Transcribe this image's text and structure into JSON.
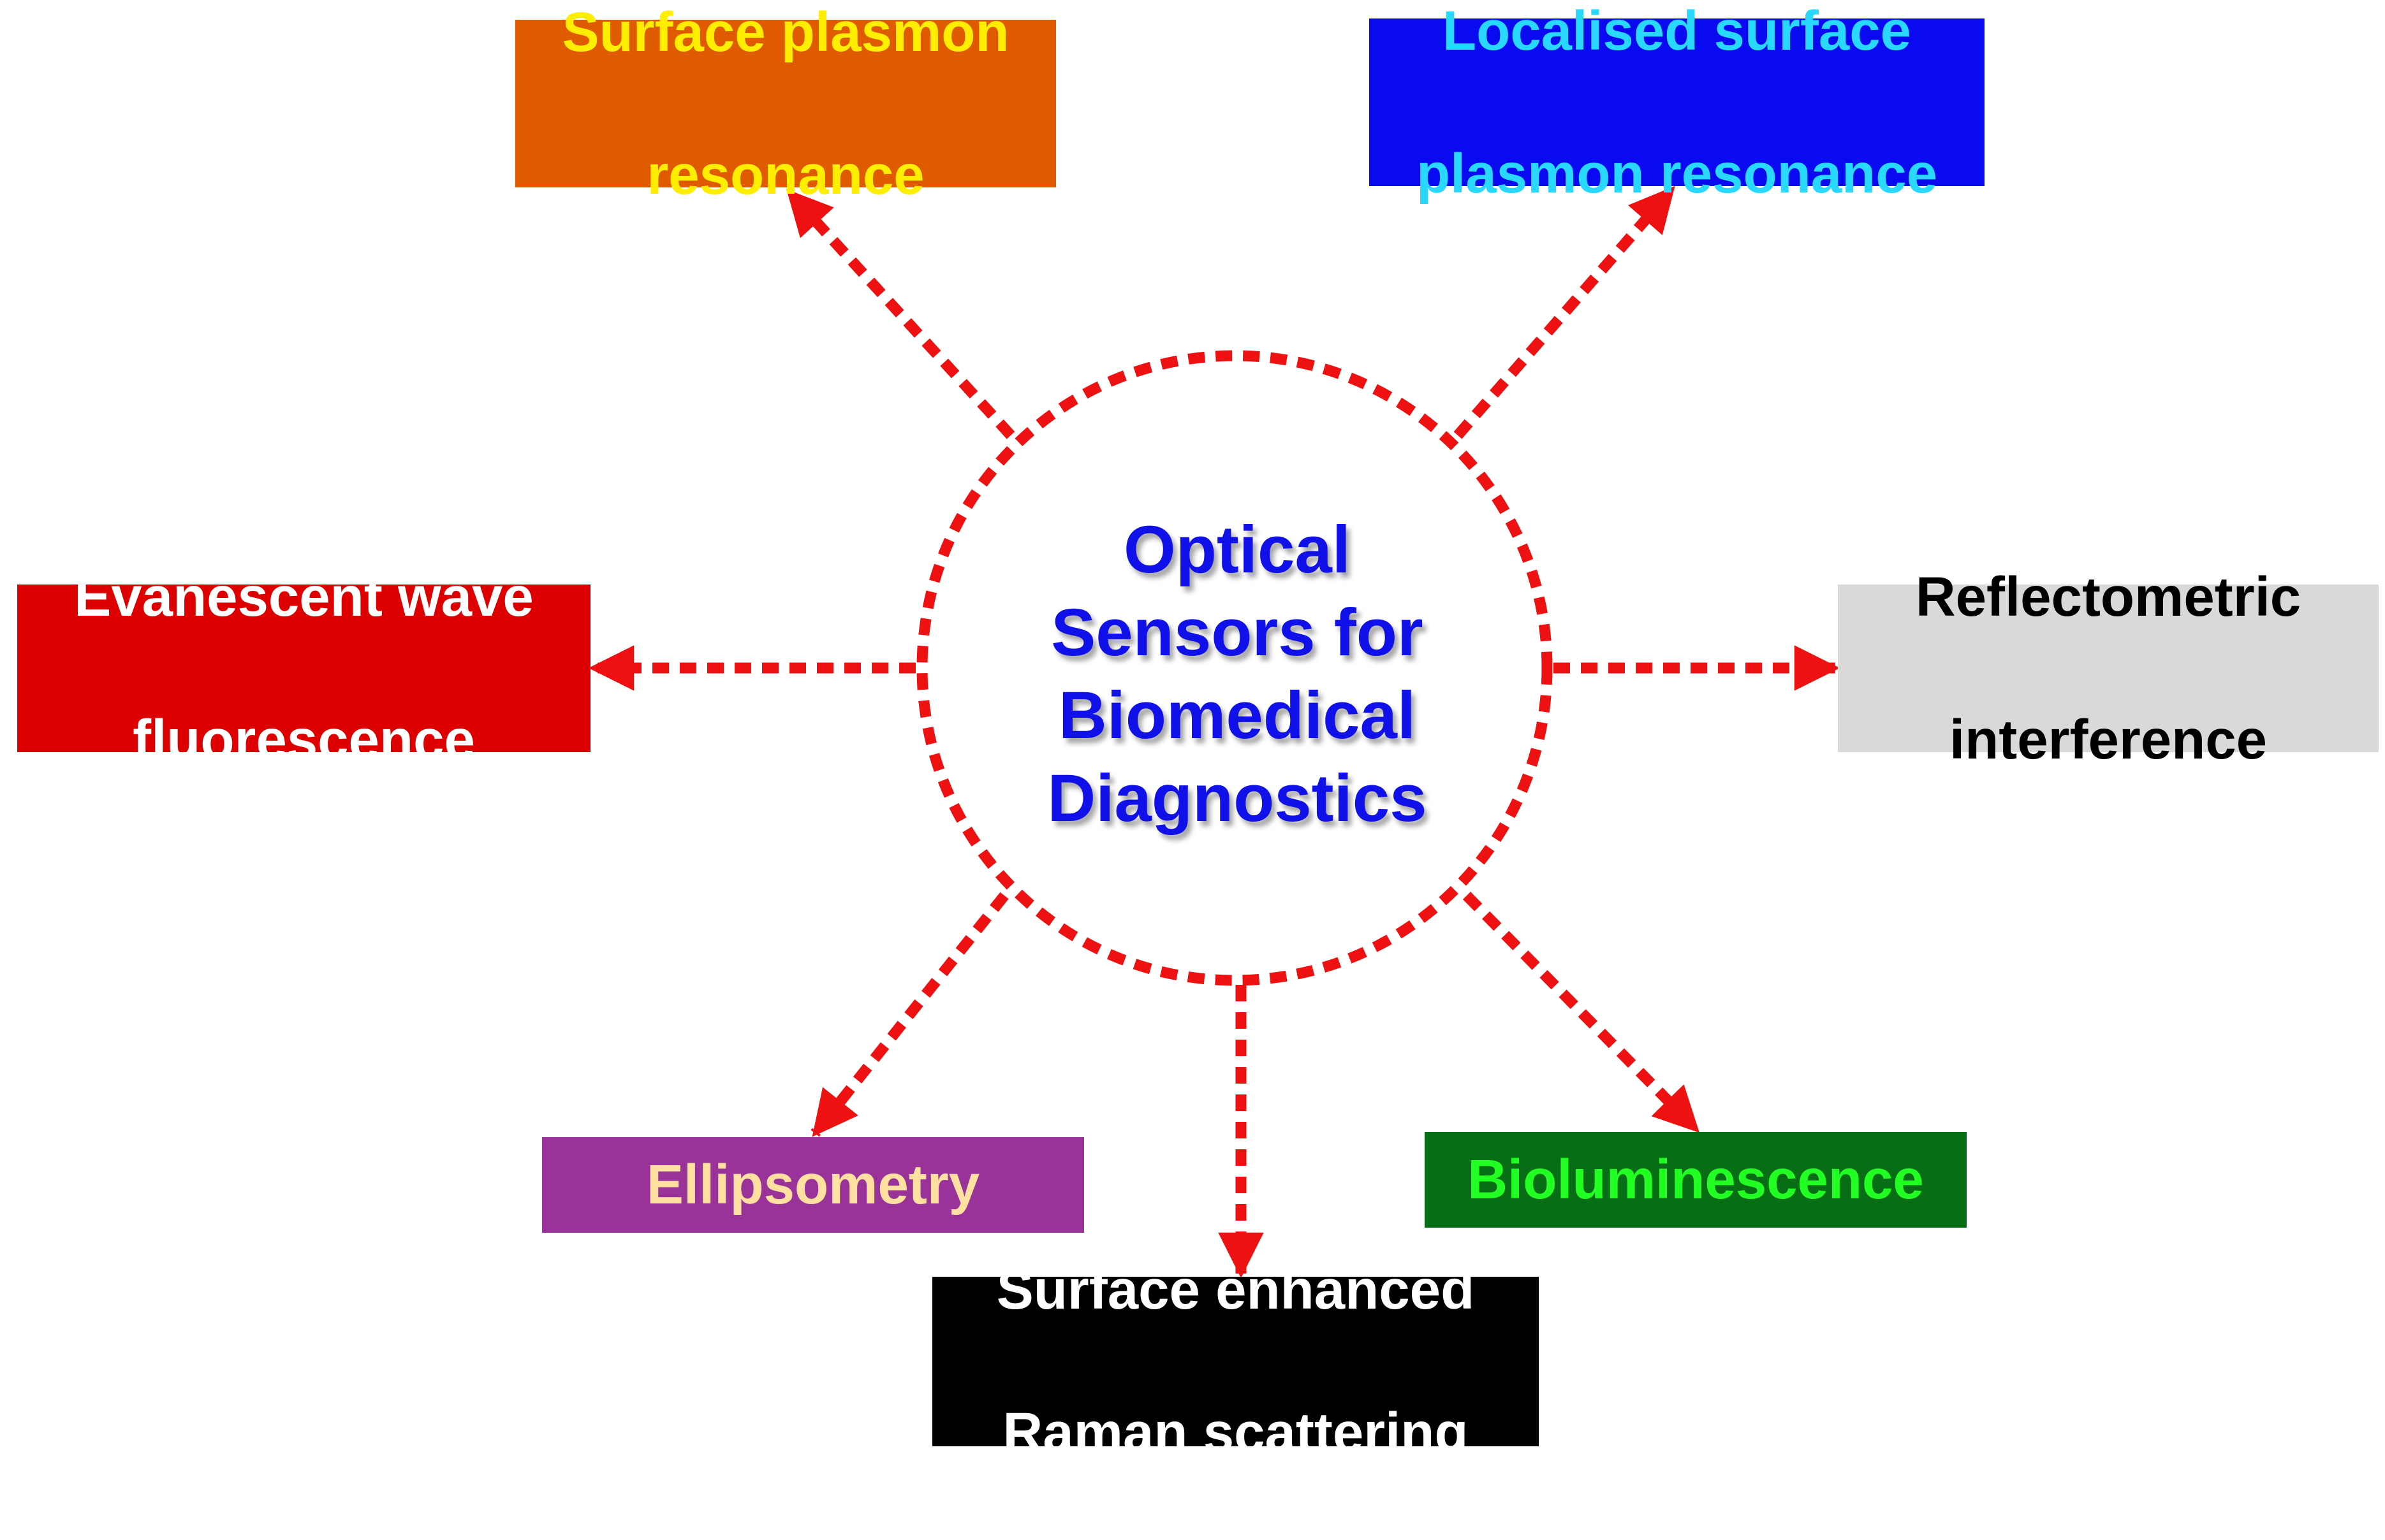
{
  "center": {
    "lines": [
      "Optical",
      "Sensors for",
      "Biomedical",
      "Diagnostics"
    ],
    "color": "#1010e8"
  },
  "connector_color": "#ee1111",
  "nodes": {
    "surface_plasmon_resonance": {
      "lines": [
        "Surface plasmon",
        "resonance"
      ],
      "bg": "#e05a00",
      "fg": "#ffee00"
    },
    "localised_surface_plasmon_resonance": {
      "lines": [
        "Localised surface",
        "plasmon resonance"
      ],
      "bg": "#0a0af0",
      "fg": "#28d8ff"
    },
    "evanescent_wave_fluorescence": {
      "lines": [
        "Evanescent wave",
        "fluorescence"
      ],
      "bg": "#dd0000",
      "fg": "#ffffff"
    },
    "reflectometric_interference": {
      "lines": [
        "Reflectometric",
        "interference"
      ],
      "bg": "#d9d9d9",
      "fg": "#000000"
    },
    "ellipsometry": {
      "lines": [
        "Ellipsometry"
      ],
      "bg": "#993399",
      "fg": "#ffe0a0"
    },
    "bioluminescence": {
      "lines": [
        "Bioluminescence"
      ],
      "bg": "#086e15",
      "fg": "#22ff22"
    },
    "surface_enhanced_raman_scattering": {
      "lines": [
        "Surface enhanced",
        "Raman scattering"
      ],
      "bg": "#000000",
      "fg": "#ffffff"
    }
  }
}
